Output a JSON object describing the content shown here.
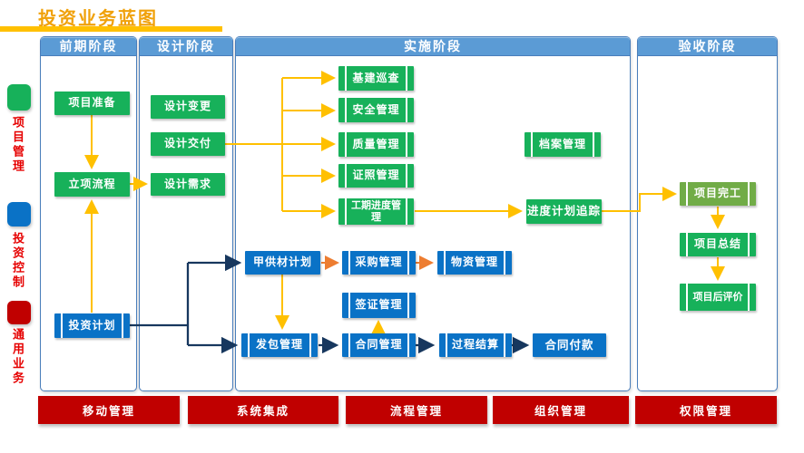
{
  "title": "投资业务蓝图",
  "legend": {
    "items": [
      {
        "label": "项目管理",
        "color": "#17b15a"
      },
      {
        "label": "投资控制",
        "color": "#0a72c6"
      },
      {
        "label": "通用业务",
        "color": "#c00000"
      }
    ]
  },
  "columns": [
    {
      "label": "前期阶段"
    },
    {
      "label": "设计阶段"
    },
    {
      "label": "实施阶段"
    },
    {
      "label": "验收阶段"
    }
  ],
  "boxes": {
    "project_prep": "项目准备",
    "project_initiation": "立项流程",
    "investment_plan": "投资计划",
    "design_change": "设计变更",
    "design_delivery": "设计交付",
    "design_requirement": "设计需求",
    "infra_inspection": "基建巡查",
    "safety_mgmt": "安全管理",
    "quality_mgmt": "质量管理",
    "license_mgmt": "证照管理",
    "schedule_mgmt": "工期进度管理",
    "archive_mgmt": "档案管理",
    "schedule_tracking": "进度计划追踪",
    "owner_material_plan": "甲供材计划",
    "procurement_mgmt": "采购管理",
    "material_mgmt": "物资管理",
    "visa_mgmt": "签证管理",
    "contracting_mgmt": "发包管理",
    "contract_mgmt": "合同管理",
    "process_settlement": "过程结算",
    "contract_payment": "合同付款",
    "project_completion": "项目完工",
    "project_summary": "项目总结",
    "post_evaluation": "项目后评价"
  },
  "bottom_bars": [
    "移动管理",
    "系统集成",
    "流程管理",
    "组织管理",
    "权限管理"
  ],
  "colors": {
    "node_green": "#17b15a",
    "node_light_green": "#71ac47",
    "node_blue": "#0a72c6",
    "phase_header_blue": "#5b9bd5",
    "bar_red": "#c00000",
    "arrow_yellow": "#ffc000",
    "arrow_orange": "#ed7d31",
    "arrow_navy": "#17375e",
    "title_orange": "#f0a10a",
    "legend_text_red": "#e60000"
  }
}
